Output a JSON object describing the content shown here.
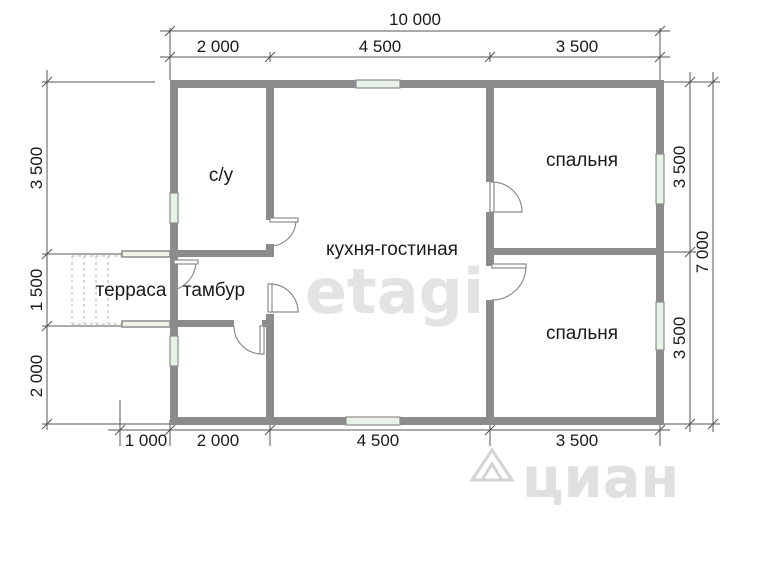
{
  "dimensions": {
    "top_total": "10 000",
    "top_segments": [
      "2 000",
      "4 500",
      "3 500"
    ],
    "bottom_segments": [
      "1 000",
      "2 000",
      "4 500",
      "3 500"
    ],
    "left_segments": [
      "3 500",
      "1 500",
      "2 000"
    ],
    "right_segments": [
      "3 500",
      "3 500"
    ],
    "right_total": "7 000"
  },
  "rooms": {
    "bathroom": "с/у",
    "living_kitchen": "кухня-гостиная",
    "bedroom_top": "спальня",
    "bedroom_bottom": "спальня",
    "terrace": "терраса",
    "vestibule": "тамбур"
  },
  "watermarks": {
    "etagi": "etagi",
    "cian": "циан"
  },
  "colors": {
    "wall": "#8c8c8c",
    "dim_line": "#555555",
    "window": "#e3f2e3",
    "watermark": "#d0d0d0"
  }
}
